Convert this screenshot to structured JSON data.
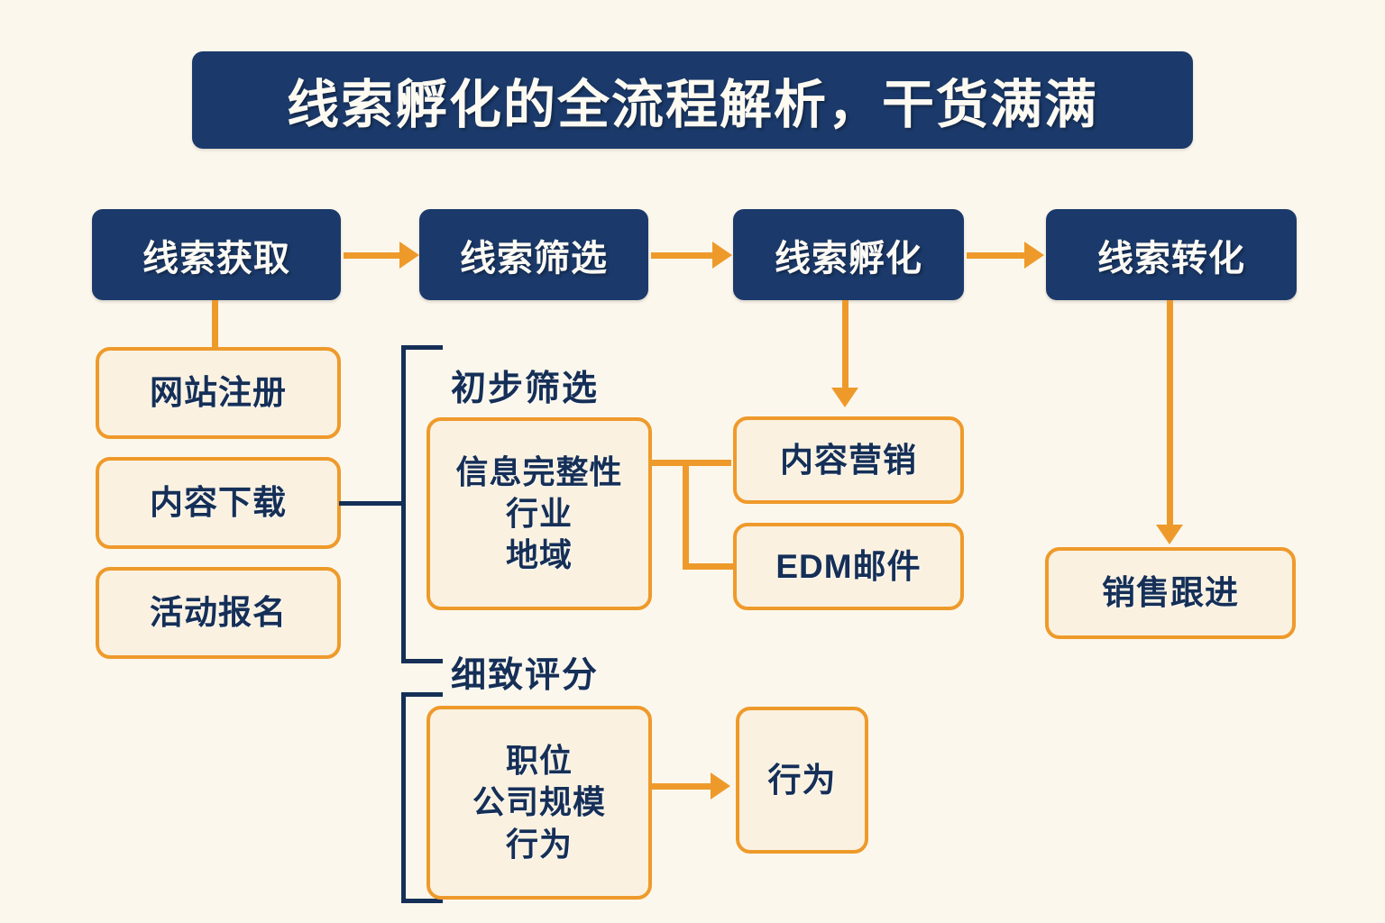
{
  "title": "线索孵化的全流程解析，干货满满",
  "colors": {
    "background": "#FCF7EC",
    "navy": "#1B3A6B",
    "navy_text": "#152F57",
    "orange": "#EE9A2B",
    "light_fill": "#FAF1E0",
    "light_text": "#FCFAF4"
  },
  "stages": [
    {
      "label": "线索获取"
    },
    {
      "label": "线索筛选"
    },
    {
      "label": "线索孵化"
    },
    {
      "label": "线索转化"
    }
  ],
  "acquisition_items": [
    {
      "label": "网站注册"
    },
    {
      "label": "内容下载"
    },
    {
      "label": "活动报名"
    }
  ],
  "screening": {
    "preliminary_label": "初步筛选",
    "preliminary_items": [
      "信息完整性",
      "行业",
      "地域"
    ],
    "detailed_label": "细致评分",
    "detailed_items": [
      "职位",
      "公司规模",
      "行为"
    ],
    "behavior_box": "行为"
  },
  "nurturing_items": [
    {
      "label": "内容营销"
    },
    {
      "label": "EDM邮件"
    }
  ],
  "conversion_items": [
    {
      "label": "销售跟进"
    }
  ]
}
